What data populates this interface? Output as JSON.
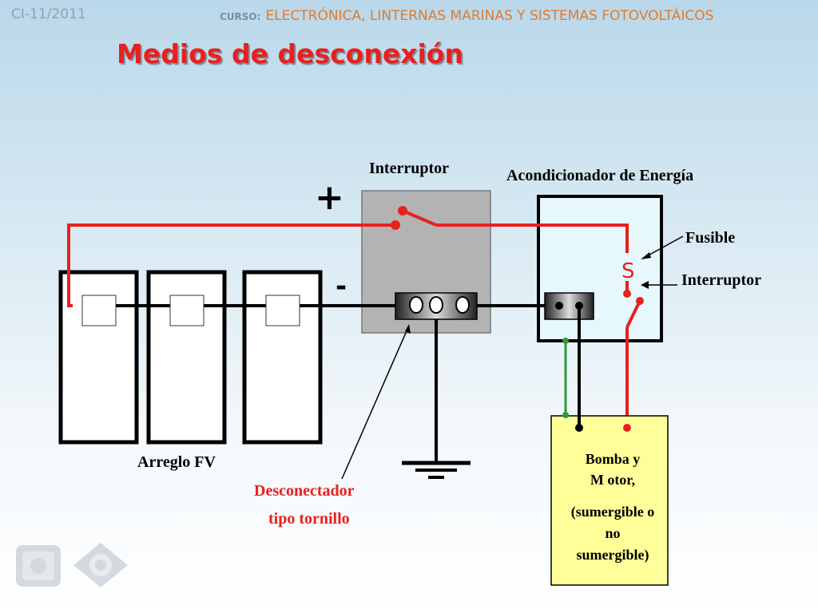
{
  "header": {
    "code": "CI-11/2011",
    "course_label": "CURSO:",
    "course_title": "ELECTRÓNICA, LINTERNAS MARINAS  Y SISTEMAS FOTOVOLTÁICOS"
  },
  "slide": {
    "title": "Medios de desconexión"
  },
  "labels": {
    "switch_top": "Interruptor",
    "conditioner": "Acondicionador de Energía",
    "fuse": "Fusible",
    "switch_right": "Interruptor",
    "fuse_symbol": "S",
    "plus": "+",
    "minus": "-",
    "array": "Arreglo  FV",
    "disconnect_line1": "Desconectador",
    "disconnect_line2": "tipo tornillo",
    "pump_line1": "Bomba y",
    "pump_line2": "M otor,",
    "pump_line3": "(sumergible o",
    "pump_line4": "no",
    "pump_line5": "sumergible)"
  },
  "colors": {
    "wire_positive": "#e8201f",
    "wire_negative": "#000000",
    "wire_ground": "#2e9a3a",
    "switch_box": "#b3b3b3",
    "conditioner_fill": "#e6f8fd",
    "pump_fill": "#ffff99"
  }
}
